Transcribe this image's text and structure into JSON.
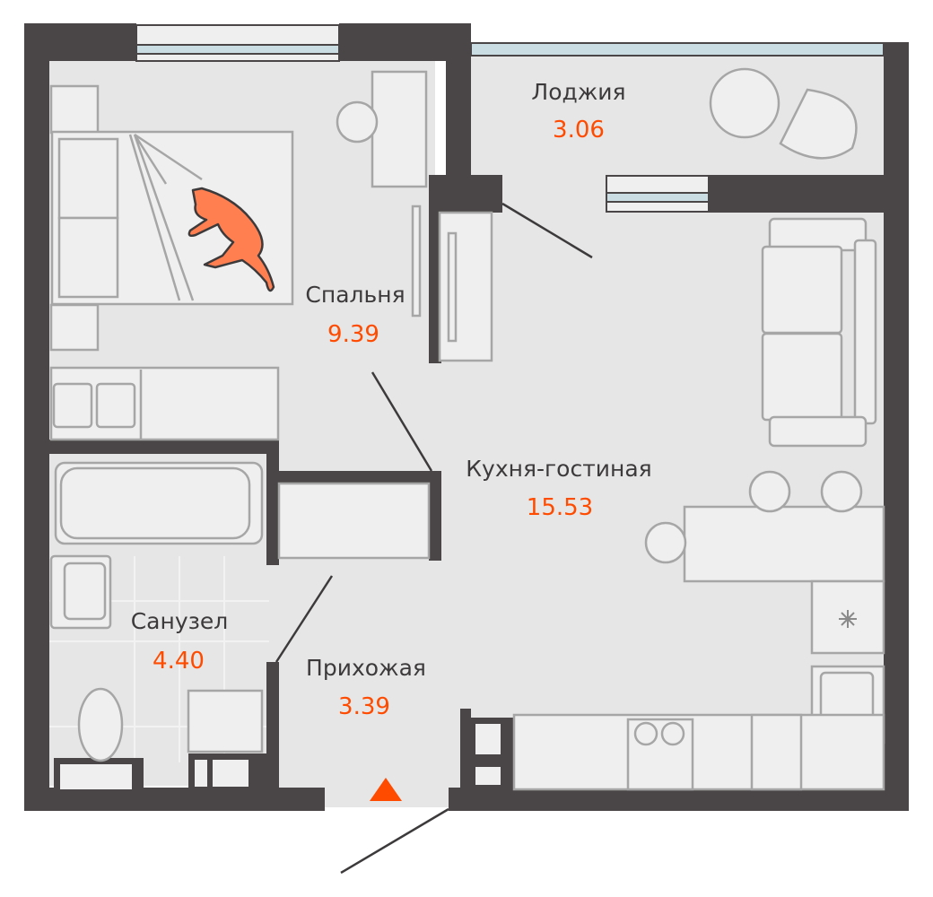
{
  "plan": {
    "colors": {
      "wall": "#4a4647",
      "floor": "#e6e6e6",
      "furniture_fill": "#efefef",
      "furniture_stroke": "#a6a6a6",
      "glass": "#c9dde3",
      "area_text": "#ff4b00",
      "label_text": "#3d3a3b",
      "cat": "#ff7f50",
      "entrance_marker": "#ff4b00"
    },
    "rooms": [
      {
        "name": "Лоджия",
        "area": "3.06"
      },
      {
        "name": "Спальня",
        "area": "9.39"
      },
      {
        "name": "Кухня-гостиная",
        "area": "15.53"
      },
      {
        "name": "Санузел",
        "area": "4.40"
      },
      {
        "name": "Прихожая",
        "area": "3.39"
      }
    ],
    "entrance_icon": "triangle-up-icon"
  }
}
